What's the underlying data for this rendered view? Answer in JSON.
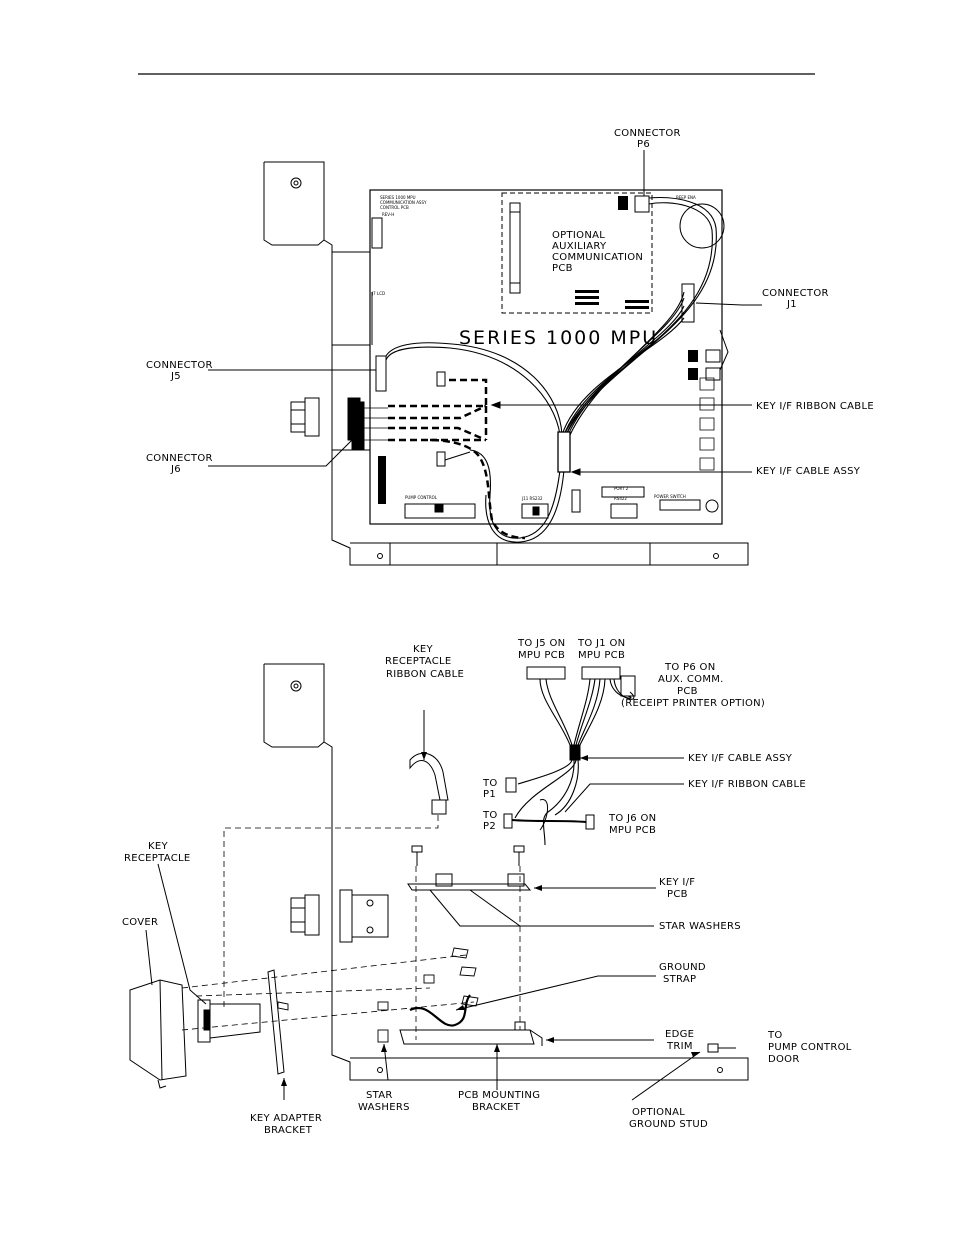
{
  "top_diagram": {
    "title": "SERIES 1000 MPU",
    "aux_pcb": [
      "OPTIONAL",
      "AUXILIARY",
      "COMMUNICATION",
      "PCB"
    ],
    "callouts": {
      "p6": [
        "CONNECTOR",
        "P6"
      ],
      "j1": [
        "CONNECTOR",
        "J1"
      ],
      "j5": [
        "CONNECTOR",
        "J5"
      ],
      "j6": [
        "CONNECTOR",
        "J6"
      ],
      "ribbon": "KEY I/F RIBBON CABLE",
      "cable_assy": "KEY I/F CABLE ASSY"
    },
    "board_marks": {
      "header_1": "SERIES 1000 MPU",
      "header_2": "COMMUNICATION ASSY",
      "header_3": "CONTROL PCB",
      "rev": "REV-H",
      "lcd": "J7 LCD",
      "pump_control": "PUMP CONTROL",
      "rs232": "J11 RS232",
      "port2": "PORT 2",
      "rs422": "RS422",
      "power_switch": "POWER SWITCH",
      "beep": "BEEP ENA"
    }
  },
  "bottom_diagram": {
    "callouts": {
      "ribbon_cable": [
        "KEY",
        "RECEPTACLE",
        "RIBBON CABLE"
      ],
      "to_j5": [
        "TO J5 ON",
        "MPU PCB"
      ],
      "to_j1": [
        "TO J1 ON",
        "MPU PCB"
      ],
      "to_p6": [
        "TO P6 ON",
        "AUX. COMM.",
        "PCB",
        "(RECEIPT PRINTER OPTION)"
      ],
      "cable_assy": "KEY I/F CABLE ASSY",
      "ribbon": "KEY I/F RIBBON CABLE",
      "to_p1": [
        "TO",
        "P1"
      ],
      "to_p2": [
        "TO",
        "P2"
      ],
      "to_j6": [
        "TO J6 ON",
        "MPU PCB"
      ],
      "key_receptacle": [
        "KEY",
        "RECEPTACLE"
      ],
      "key_pcb": [
        "KEY I/F",
        "PCB"
      ],
      "star_washers_1": "STAR WASHERS",
      "cover": "COVER",
      "ground_strap": [
        "GROUND",
        "STRAP"
      ],
      "edge_trim": [
        "EDGE",
        "TRIM"
      ],
      "to_pump": [
        "TO",
        "PUMP CONTROL",
        "DOOR"
      ],
      "star_washers_2": [
        "STAR",
        "WASHERS"
      ],
      "pcb_bracket": [
        "PCB MOUNTING",
        "BRACKET"
      ],
      "key_adapter": [
        "KEY ADAPTER",
        "BRACKET"
      ],
      "ground_stud": [
        "OPTIONAL",
        "GROUND STUD"
      ]
    }
  }
}
